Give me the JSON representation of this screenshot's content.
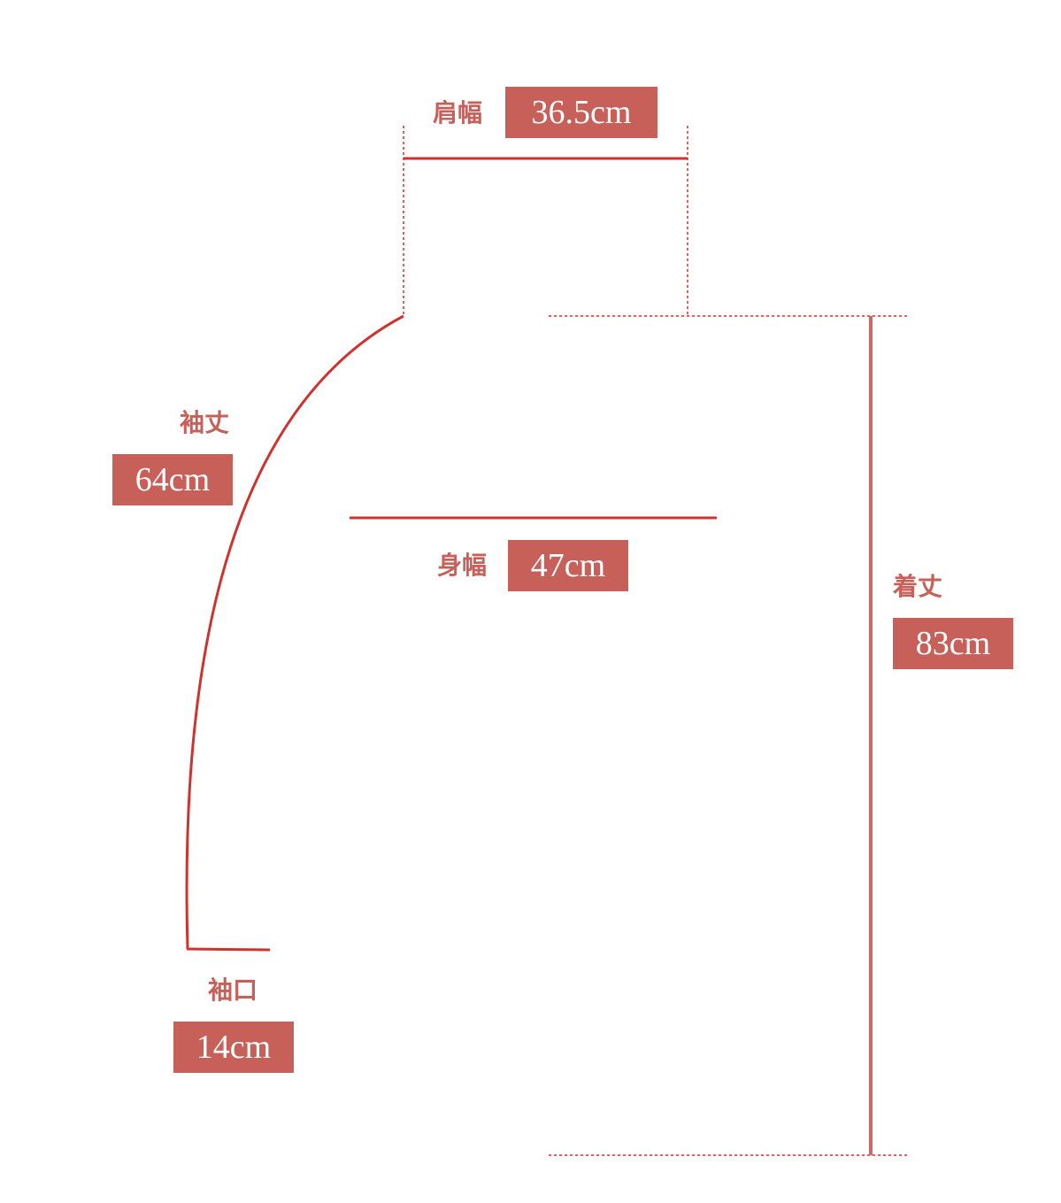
{
  "colors": {
    "line": "#d0322d",
    "accent": "#c8605a",
    "length_line": "#c86a66"
  },
  "measurements": {
    "shoulder_width": {
      "label": "肩幅",
      "value": "36.5cm"
    },
    "sleeve_length": {
      "label": "袖丈",
      "value": "64cm"
    },
    "body_width": {
      "label": "身幅",
      "value": "47cm"
    },
    "total_length": {
      "label": "着丈",
      "value": "83cm"
    },
    "cuff_width": {
      "label": "袖口",
      "value": "14cm"
    }
  }
}
